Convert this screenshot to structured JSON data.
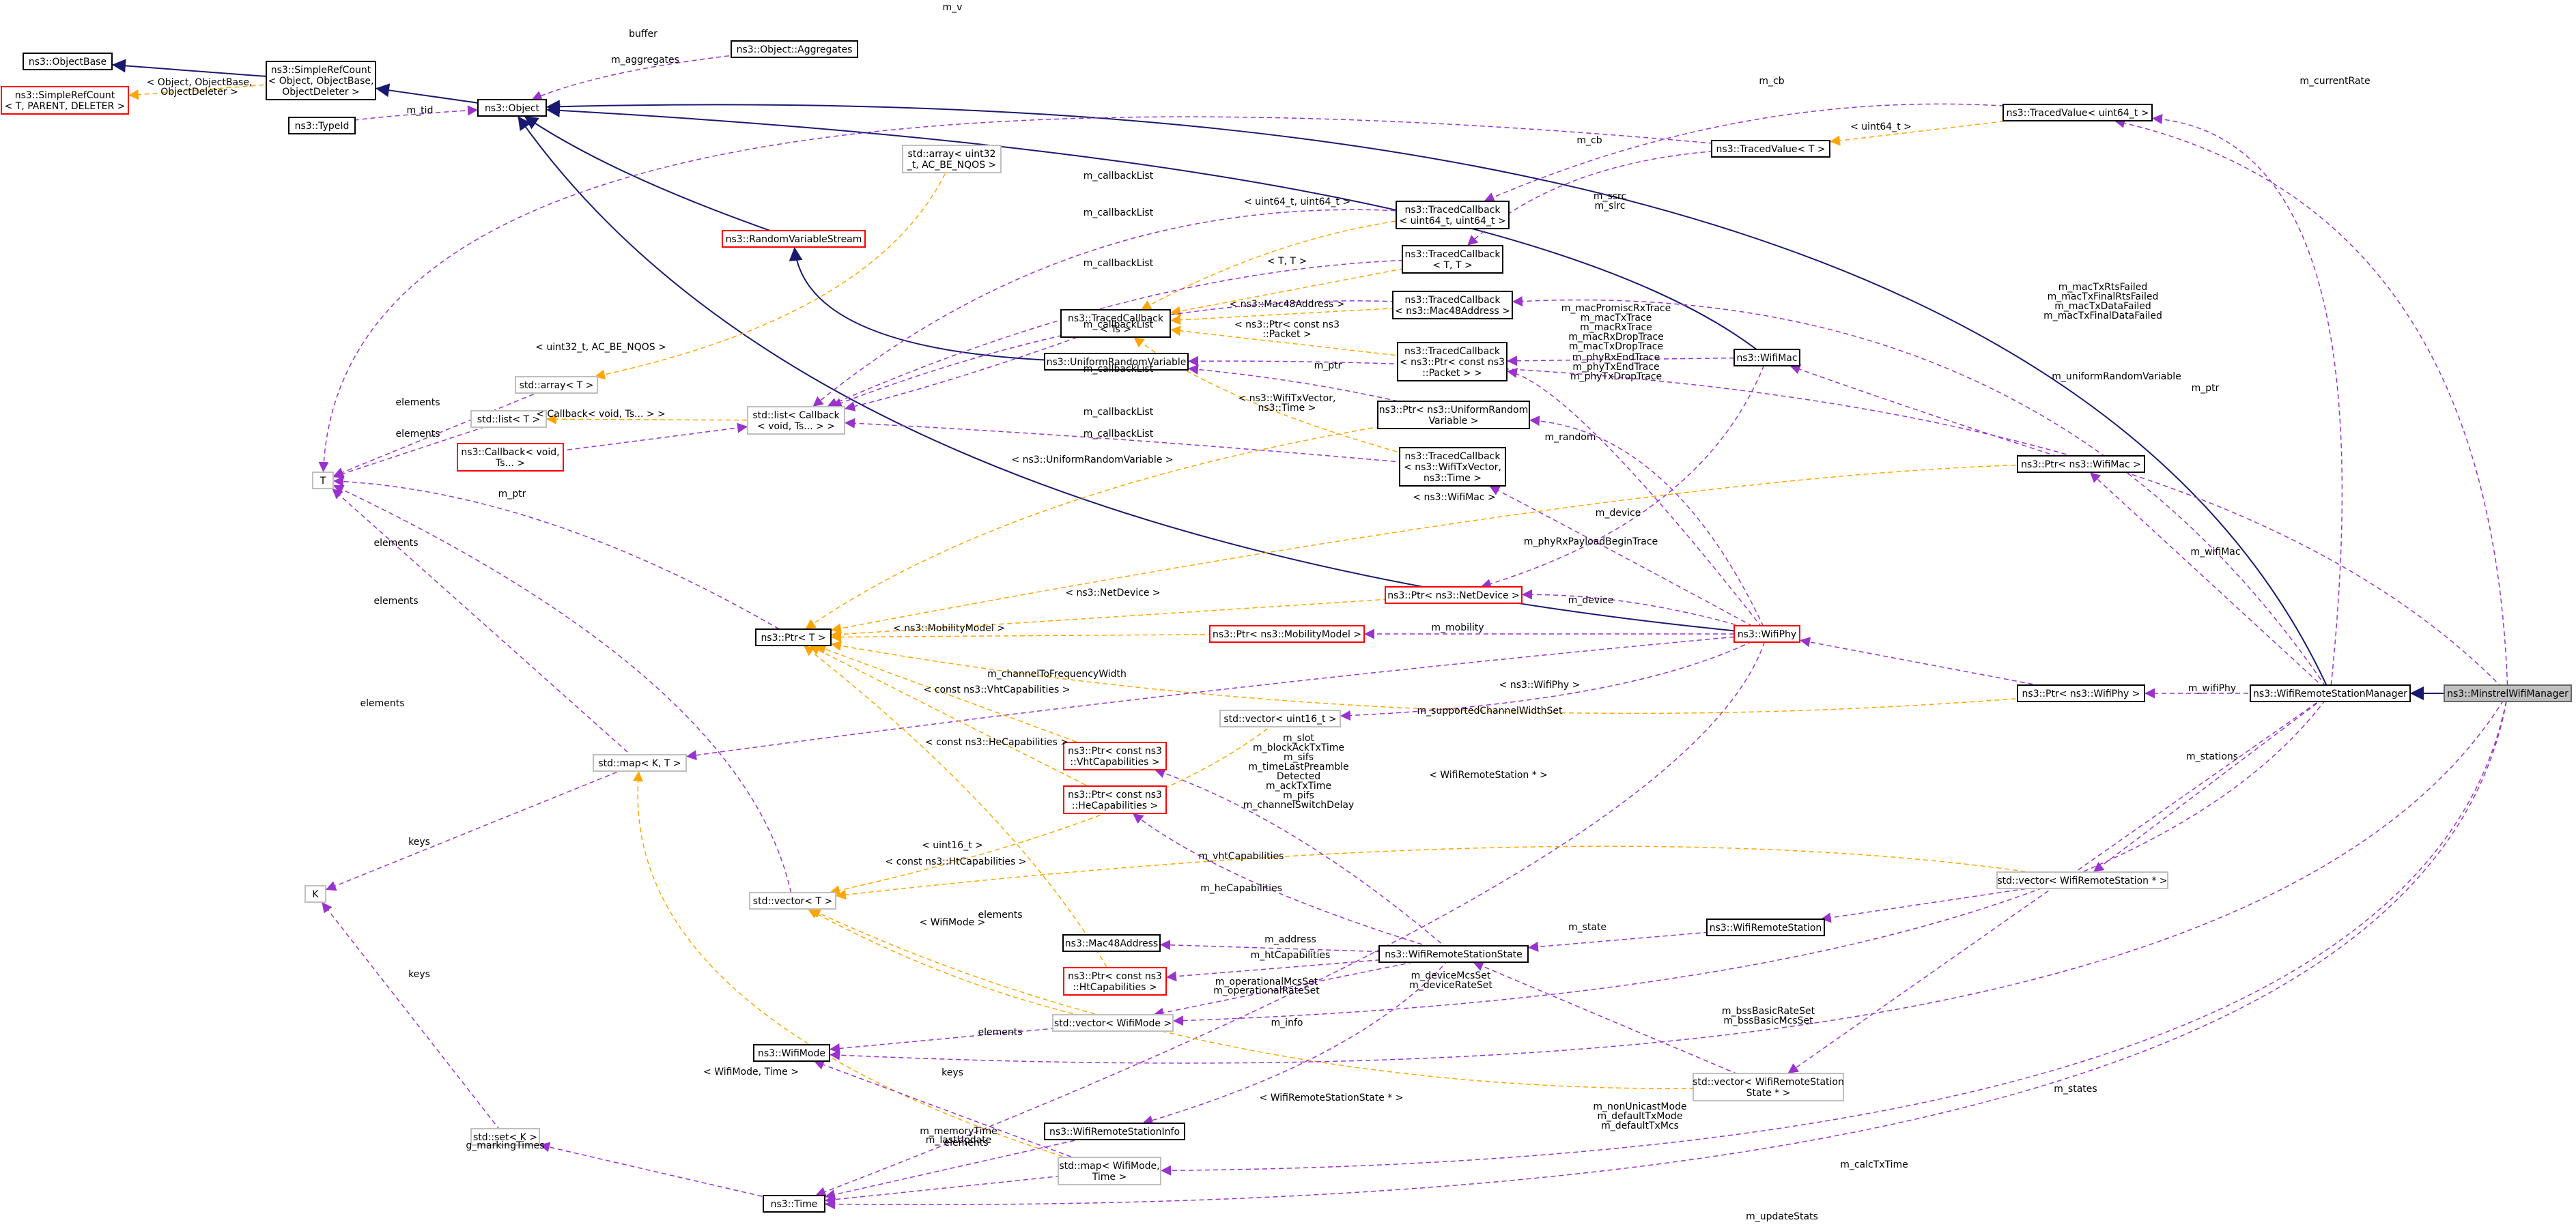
{
  "diagram": {
    "nodes": [
      {
        "id": "objectbase",
        "lines": [
          "ns3::ObjectBase"
        ],
        "style": "class"
      },
      {
        "id": "simplerefcount",
        "lines": [
          "ns3::SimpleRefCount",
          "< Object, ObjectBase,",
          "ObjectDeleter >"
        ],
        "style": "class"
      },
      {
        "id": "simplerefcount_t",
        "lines": [
          "ns3::SimpleRefCount",
          "< T, PARENT, DELETER >"
        ],
        "style": "incomplete"
      },
      {
        "id": "typeid",
        "lines": [
          "ns3::TypeId"
        ],
        "style": "class"
      },
      {
        "id": "object",
        "lines": [
          "ns3::Object"
        ],
        "style": "class"
      },
      {
        "id": "aggregates",
        "lines": [
          "ns3::Object::Aggregates"
        ],
        "style": "class"
      },
      {
        "id": "array_ac",
        "lines": [
          "std::array< uint32",
          "_t, AC_BE_NQOS >"
        ],
        "style": "template"
      },
      {
        "id": "rvs",
        "lines": [
          "ns3::RandomVariableStream"
        ],
        "style": "incomplete"
      },
      {
        "id": "tc_ts",
        "lines": [
          "ns3::TracedCallback",
          "< Ts >"
        ],
        "style": "class"
      },
      {
        "id": "urv",
        "lines": [
          "ns3::UniformRandomVariable"
        ],
        "style": "class"
      },
      {
        "id": "array_t",
        "lines": [
          "std::array< T >"
        ],
        "style": "template"
      },
      {
        "id": "list_t",
        "lines": [
          "std::list< T >"
        ],
        "style": "template"
      },
      {
        "id": "list_cb",
        "lines": [
          "std::list< Callback",
          "< void, Ts... > >"
        ],
        "style": "template"
      },
      {
        "id": "callback",
        "lines": [
          "ns3::Callback< void,",
          "Ts... >"
        ],
        "style": "incomplete"
      },
      {
        "id": "T",
        "lines": [
          "T"
        ],
        "style": "template"
      },
      {
        "id": "tc_u64",
        "lines": [
          "ns3::TracedCallback",
          "< uint64_t, uint64_t >"
        ],
        "style": "class"
      },
      {
        "id": "tc_tt",
        "lines": [
          "ns3::TracedCallback",
          "< T, T >"
        ],
        "style": "class"
      },
      {
        "id": "tc_mac48",
        "lines": [
          "ns3::TracedCallback",
          "< ns3::Mac48Address >"
        ],
        "style": "class"
      },
      {
        "id": "tc_packet",
        "lines": [
          "ns3::TracedCallback",
          "< ns3::Ptr< const ns3",
          "::Packet > >"
        ],
        "style": "class"
      },
      {
        "id": "ptr_urv",
        "lines": [
          "ns3::Ptr< ns3::UniformRandom",
          "Variable >"
        ],
        "style": "class"
      },
      {
        "id": "tc_txvec",
        "lines": [
          "ns3::TracedCallback",
          "< ns3::WifiTxVector,",
          "ns3::Time >"
        ],
        "style": "class"
      },
      {
        "id": "tracedvalue_t",
        "lines": [
          "ns3::TracedValue< T >"
        ],
        "style": "class"
      },
      {
        "id": "tracedvalue_u64",
        "lines": [
          "ns3::TracedValue< uint64_t >"
        ],
        "style": "class"
      },
      {
        "id": "wifimac",
        "lines": [
          "ns3::WifiMac"
        ],
        "style": "class"
      },
      {
        "id": "ptr_wifimac",
        "lines": [
          "ns3::Ptr< ns3::WifiMac >"
        ],
        "style": "class"
      },
      {
        "id": "ptr_t",
        "lines": [
          "ns3::Ptr< T >"
        ],
        "style": "class"
      },
      {
        "id": "ptr_netdev",
        "lines": [
          "ns3::Ptr< ns3::NetDevice >"
        ],
        "style": "incomplete"
      },
      {
        "id": "ptr_mob",
        "lines": [
          "ns3::Ptr< ns3::MobilityModel >"
        ],
        "style": "incomplete"
      },
      {
        "id": "wifiphy",
        "lines": [
          "ns3::WifiPhy"
        ],
        "style": "incomplete"
      },
      {
        "id": "ptr_wifiphy",
        "lines": [
          "ns3::Ptr< ns3::WifiPhy >"
        ],
        "style": "class"
      },
      {
        "id": "wrsm",
        "lines": [
          "ns3::WifiRemoteStationManager"
        ],
        "style": "class"
      },
      {
        "id": "minstrel",
        "lines": [
          "ns3::MinstrelWifiManager"
        ],
        "style": "root"
      },
      {
        "id": "map_kt",
        "lines": [
          "std::map< K, T >"
        ],
        "style": "template"
      },
      {
        "id": "vec_u16",
        "lines": [
          "std::vector< uint16_t >"
        ],
        "style": "template"
      },
      {
        "id": "ptr_vht",
        "lines": [
          "ns3::Ptr< const ns3",
          "::VhtCapabilities >"
        ],
        "style": "incomplete"
      },
      {
        "id": "ptr_he",
        "lines": [
          "ns3::Ptr< const ns3",
          "::HeCapabilities >"
        ],
        "style": "incomplete"
      },
      {
        "id": "K",
        "lines": [
          "K"
        ],
        "style": "template"
      },
      {
        "id": "vec_t",
        "lines": [
          "std::vector< T >"
        ],
        "style": "template"
      },
      {
        "id": "vec_wrs",
        "lines": [
          "std::vector< WifiRemoteStation * >"
        ],
        "style": "template"
      },
      {
        "id": "mac48",
        "lines": [
          "ns3::Mac48Address"
        ],
        "style": "class"
      },
      {
        "id": "wrs",
        "lines": [
          "ns3::WifiRemoteStation"
        ],
        "style": "class"
      },
      {
        "id": "wrss",
        "lines": [
          "ns3::WifiRemoteStationState"
        ],
        "style": "class"
      },
      {
        "id": "ptr_ht",
        "lines": [
          "ns3::Ptr< const ns3",
          "::HtCapabilities >"
        ],
        "style": "incomplete"
      },
      {
        "id": "vec_wifimode",
        "lines": [
          "std::vector< WifiMode >"
        ],
        "style": "template"
      },
      {
        "id": "wifimode",
        "lines": [
          "ns3::WifiMode"
        ],
        "style": "class"
      },
      {
        "id": "vec_wrss",
        "lines": [
          "std::vector< WifiRemoteStation",
          "State * >"
        ],
        "style": "template"
      },
      {
        "id": "wrsinfo",
        "lines": [
          "ns3::WifiRemoteStationInfo"
        ],
        "style": "class"
      },
      {
        "id": "set_k",
        "lines": [
          "std::set< K >"
        ],
        "style": "template"
      },
      {
        "id": "map_wmt",
        "lines": [
          "std::map< WifiMode,",
          "Time >"
        ],
        "style": "template"
      },
      {
        "id": "time",
        "lines": [
          "ns3::Time"
        ],
        "style": "class"
      }
    ],
    "labels": [
      "m_v",
      "buffer",
      "m_aggregates",
      "m_tid",
      "< Object, ObjectBase,",
      "ObjectDeleter >",
      "m_cb",
      "m_cb",
      "< uint64_t >",
      "m_currentRate",
      "m_callbackList",
      "m_callbackList",
      "m_callbackList",
      "m_callbackList",
      "m_callbackList",
      "m_callbackList",
      "m_callbackList",
      "< uint64_t, uint64_t >",
      "< T, T >",
      "< ns3::Mac48Address >",
      "< ns3::Ptr< const ns3",
      "::Packet >",
      "< ns3::WifiTxVector,",
      "ns3::Time >",
      "< uint32_t, AC_BE_NQOS >",
      "elements",
      "elements",
      "elements",
      "elements",
      "elements",
      "elements",
      "elements",
      "elements",
      "< Callback< void, Ts... > >",
      "m_ptr",
      "m_ptr",
      "m_ptr",
      "m_ssrc",
      "m_slrc",
      "m_macTxRtsFailed",
      "m_macTxFinalRtsFailed",
      "m_macTxDataFailed",
      "m_macTxFinalDataFailed",
      "m_macPromiscRxTrace",
      "m_macTxTrace",
      "m_macRxTrace",
      "m_macRxDropTrace",
      "m_macTxDropTrace",
      "m_phyRxEndTrace",
      "m_phyTxEndTrace",
      "m_phyTxDropTrace",
      "m_uniformRandomVariable",
      "m_random",
      "< ns3::UniformRandomVariable >",
      "< ns3::WifiMac >",
      "m_device",
      "m_device",
      "m_phyRxPayloadBeginTrace",
      "< ns3::NetDevice >",
      "< ns3::MobilityModel >",
      "m_mobility",
      "m_channelToFrequencyWidth",
      "m_wifiMac",
      "m_wifiPhy",
      "< ns3::WifiPhy >",
      "m_supportedChannelWidthSet",
      "m_slot",
      "m_blockAckTxTime",
      "m_sifs",
      "m_timeLastPreamble",
      "Detected",
      "m_ackTxTime",
      "m_pifs",
      "m_channelSwitchDelay",
      "< WifiRemoteStation * >",
      "m_stations",
      "< const ns3::VhtCapabilities >",
      "< const ns3::HeCapabilities >",
      "< uint16_t >",
      "< const ns3::HtCapabilities >",
      "m_vhtCapabilities",
      "m_heCapabilities",
      "keys",
      "keys",
      "keys",
      "m_state",
      "m_address",
      "m_htCapabilities",
      "< WifiMode >",
      "m_operationalMcsSet",
      "m_operationalRateSet",
      "m_deviceMcsSet",
      "m_deviceRateSet",
      "m_info",
      "m_bssBasicRateSet",
      "m_bssBasicMcsSet",
      "< WifiMode, Time >",
      "< WifiRemoteStationState * >",
      "m_states",
      "m_nonUnicastMode",
      "m_defaultTxMode",
      "m_defaultTxMcs",
      "m_memoryTime",
      "m_lastUpdate",
      "g_markingTimes",
      "m_calcTxTime",
      "m_updateStats"
    ]
  },
  "colors": {
    "inherit": "#191970",
    "usage": "#9a32cd",
    "template": "#ffa500",
    "incomplete_border": "#ff0000",
    "template_border": "#bfbfbf",
    "root_fill": "#bfbfbf"
  }
}
